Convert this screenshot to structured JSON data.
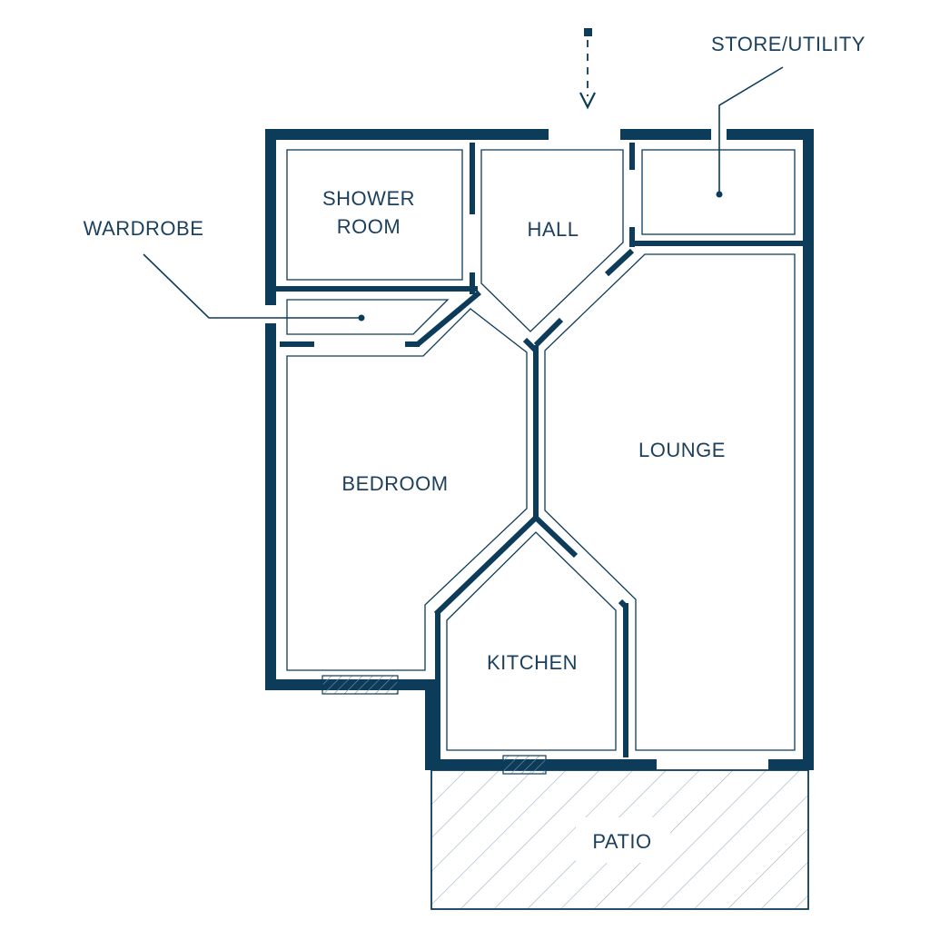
{
  "labels": {
    "store_utility": "STORE/UTILITY",
    "wardrobe": "WARDROBE",
    "shower_line1": "SHOWER",
    "shower_line2": "ROOM",
    "hall": "HALL",
    "lounge": "LOUNGE",
    "bedroom": "BEDROOM",
    "kitchen": "KITCHEN",
    "patio": "PATIO"
  },
  "colors": {
    "wall": "#0d3b5a",
    "text": "#1b3f5c",
    "background": "#ffffff"
  }
}
